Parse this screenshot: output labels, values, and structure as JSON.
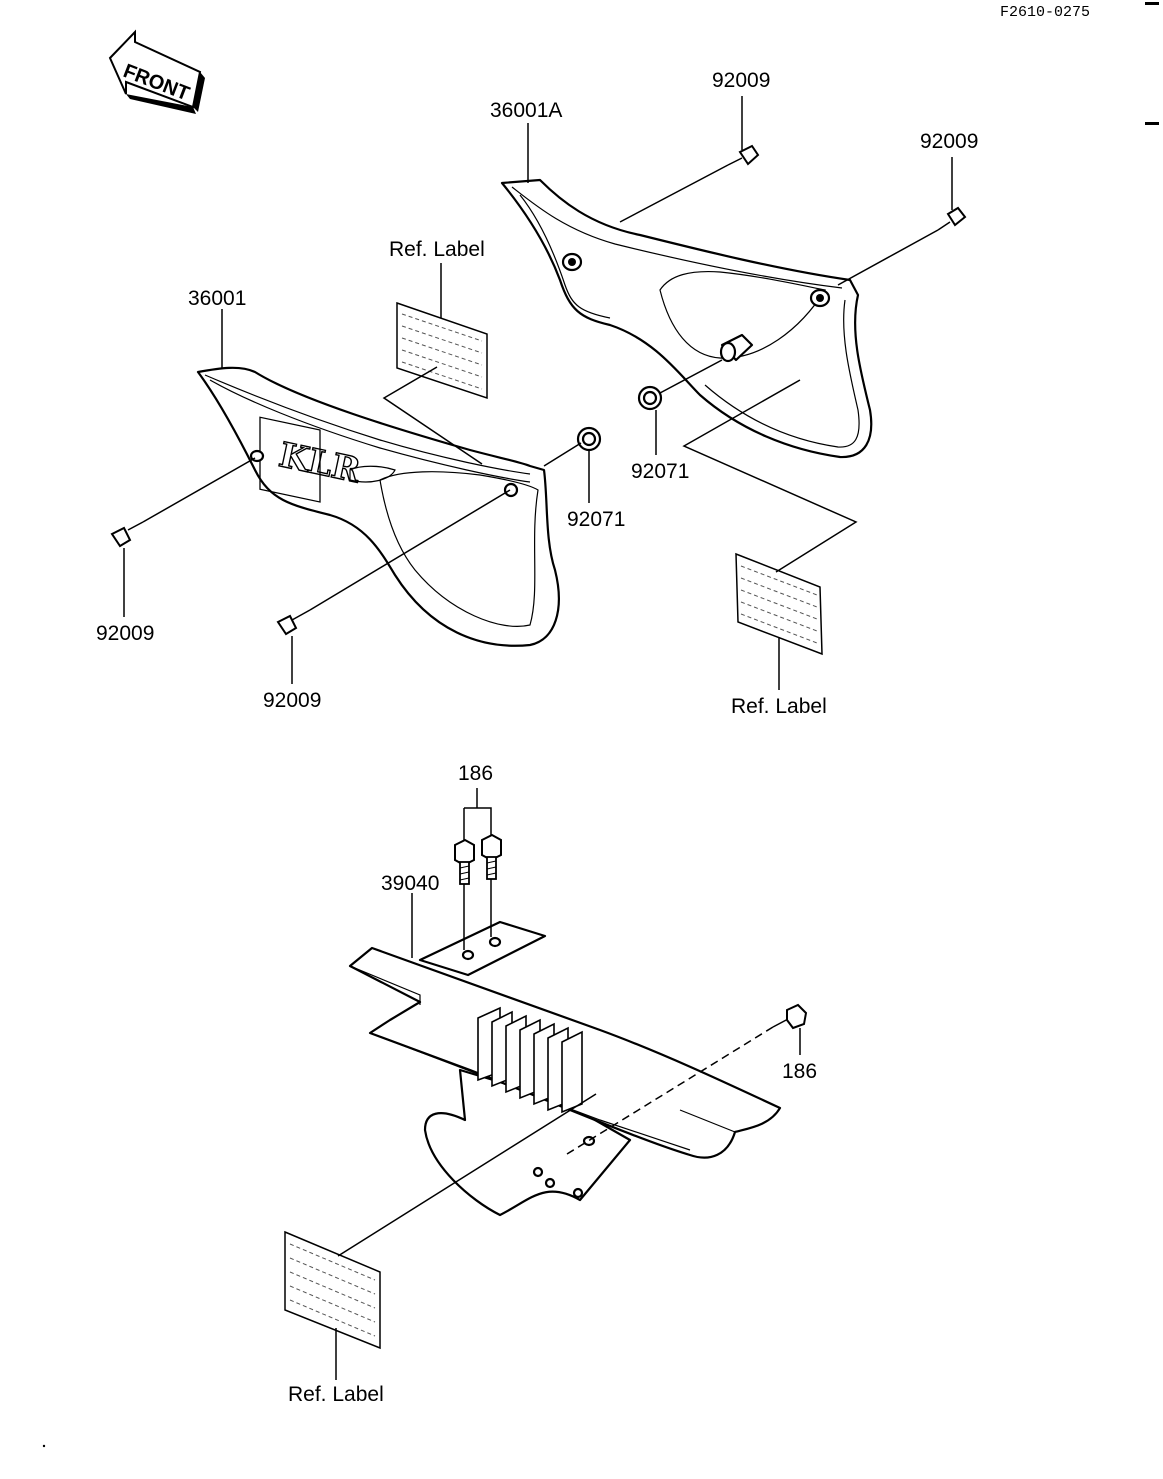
{
  "code": "F2610-0275",
  "front_label": "FRONT",
  "emblem_text": "KLR",
  "labels": {
    "cover_right": "36001A",
    "cover_left": "36001",
    "screw_top_a": "92009",
    "screw_top_b": "92009",
    "screw_left_a": "92009",
    "screw_left_b": "92009",
    "grommet_right": "92071",
    "grommet_left": "92071",
    "ref_label_top": "Ref. Label",
    "ref_label_right": "Ref. Label",
    "ref_label_bottom": "Ref. Label",
    "bolt_top": "186",
    "bolt_right": "186",
    "guard": "39040"
  }
}
